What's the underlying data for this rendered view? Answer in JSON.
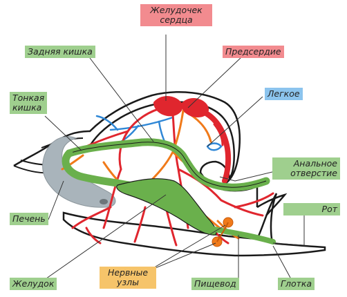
{
  "labels": {
    "ventricle": [
      "Желудочек",
      "сердца"
    ],
    "hindgut": "Задняя кишка",
    "atrium": "Предсердие",
    "lung": "Легкое",
    "small_intestine": [
      "Тонкая",
      "кишка"
    ],
    "anus": [
      "Анальное",
      "отверстие"
    ],
    "liver": "Печень",
    "mouth": "Рот",
    "stomach": "Желудок",
    "nerve_ganglia": [
      "Нервные",
      "узлы"
    ],
    "esophagus": "Пищевод",
    "pharynx": "Глотка"
  },
  "colors": {
    "label_green": "#9fcf8e",
    "label_red": "#f28b8f",
    "label_blue": "#8cc4ee",
    "label_yellow": "#f6c46a",
    "heart": "#e0262e",
    "vessels_red": "#e0262e",
    "vessels_orange": "#f07a1a",
    "lung_vessels": "#2f87d6",
    "gut": "#6ab04c",
    "liver": "#a9b4bb",
    "outline": "#1a1a1a"
  }
}
